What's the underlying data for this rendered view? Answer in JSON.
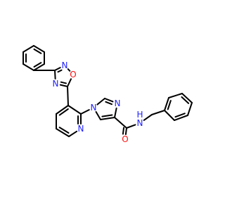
{
  "molecule": {
    "colors": {
      "bond": "#000000",
      "carbon": "#000000",
      "nitrogen": "#2020ff",
      "oxygen": "#ff0d0d"
    },
    "atoms": [
      {
        "id": "c1",
        "element": "C"
      },
      {
        "id": "c2",
        "element": "C"
      },
      {
        "id": "c3",
        "element": "C"
      },
      {
        "id": "c4",
        "element": "C"
      },
      {
        "id": "c5",
        "element": "C"
      },
      {
        "id": "c6",
        "element": "C"
      },
      {
        "id": "c7",
        "element": "C"
      },
      {
        "id": "n1",
        "element": "N",
        "label": "N"
      },
      {
        "id": "o1",
        "element": "O",
        "label": "O"
      },
      {
        "id": "c8",
        "element": "C"
      },
      {
        "id": "n2",
        "element": "N",
        "label": "N"
      },
      {
        "id": "c9",
        "element": "C"
      },
      {
        "id": "c10",
        "element": "C"
      },
      {
        "id": "c11",
        "element": "C"
      },
      {
        "id": "c12",
        "element": "C"
      },
      {
        "id": "n3",
        "element": "N",
        "label": "N"
      },
      {
        "id": "c13",
        "element": "C"
      },
      {
        "id": "n4",
        "element": "N",
        "label": "N"
      },
      {
        "id": "c14",
        "element": "C"
      },
      {
        "id": "n5",
        "element": "N",
        "label": "N"
      },
      {
        "id": "c15",
        "element": "C"
      },
      {
        "id": "c16",
        "element": "C"
      },
      {
        "id": "c17",
        "element": "C"
      },
      {
        "id": "o2",
        "element": "O",
        "label": "O"
      },
      {
        "id": "n6",
        "element": "N",
        "label": "N",
        "hydrogen": "H"
      },
      {
        "id": "c18",
        "element": "C"
      },
      {
        "id": "c19",
        "element": "C"
      },
      {
        "id": "c20",
        "element": "C"
      },
      {
        "id": "c21",
        "element": "C"
      },
      {
        "id": "c22",
        "element": "C"
      },
      {
        "id": "c23",
        "element": "C"
      },
      {
        "id": "c24",
        "element": "C"
      }
    ],
    "bonds": [
      {
        "a": "c1",
        "b": "c2",
        "order": 2
      },
      {
        "a": "c2",
        "b": "c3",
        "order": 1
      },
      {
        "a": "c3",
        "b": "c4",
        "order": 2
      },
      {
        "a": "c4",
        "b": "c5",
        "order": 1
      },
      {
        "a": "c5",
        "b": "c6",
        "order": 2
      },
      {
        "a": "c6",
        "b": "c1",
        "order": 1
      },
      {
        "a": "c3",
        "b": "c7",
        "order": 1
      },
      {
        "a": "c7",
        "b": "n1",
        "order": 2
      },
      {
        "a": "n1",
        "b": "o1",
        "order": 1
      },
      {
        "a": "o1",
        "b": "c8",
        "order": 1
      },
      {
        "a": "c8",
        "b": "n2",
        "order": 2
      },
      {
        "a": "n2",
        "b": "c7",
        "order": 1
      },
      {
        "a": "c8",
        "b": "c9",
        "order": 1
      },
      {
        "a": "c9",
        "b": "c10",
        "order": 2
      },
      {
        "a": "c10",
        "b": "c11",
        "order": 1
      },
      {
        "a": "c11",
        "b": "c12",
        "order": 2
      },
      {
        "a": "c12",
        "b": "n3",
        "order": 1
      },
      {
        "a": "n3",
        "b": "c13",
        "order": 2
      },
      {
        "a": "c13",
        "b": "c9",
        "order": 1
      },
      {
        "a": "c13",
        "b": "n4",
        "order": 1
      },
      {
        "a": "n4",
        "b": "c14",
        "order": 1
      },
      {
        "a": "c14",
        "b": "n5",
        "order": 2
      },
      {
        "a": "n5",
        "b": "c15",
        "order": 1
      },
      {
        "a": "c15",
        "b": "c16",
        "order": 2
      },
      {
        "a": "c16",
        "b": "n4",
        "order": 1
      },
      {
        "a": "c15",
        "b": "c17",
        "order": 1
      },
      {
        "a": "c17",
        "b": "o2",
        "order": 2
      },
      {
        "a": "c17",
        "b": "n6",
        "order": 1
      },
      {
        "a": "n6",
        "b": "c18",
        "order": 1
      },
      {
        "a": "c18",
        "b": "c19",
        "order": 1
      },
      {
        "a": "c19",
        "b": "c20",
        "order": 2
      },
      {
        "a": "c20",
        "b": "c21",
        "order": 1
      },
      {
        "a": "c21",
        "b": "c22",
        "order": 2
      },
      {
        "a": "c22",
        "b": "c23",
        "order": 1
      },
      {
        "a": "c23",
        "b": "c24",
        "order": 2
      },
      {
        "a": "c24",
        "b": "c19",
        "order": 1
      }
    ]
  }
}
